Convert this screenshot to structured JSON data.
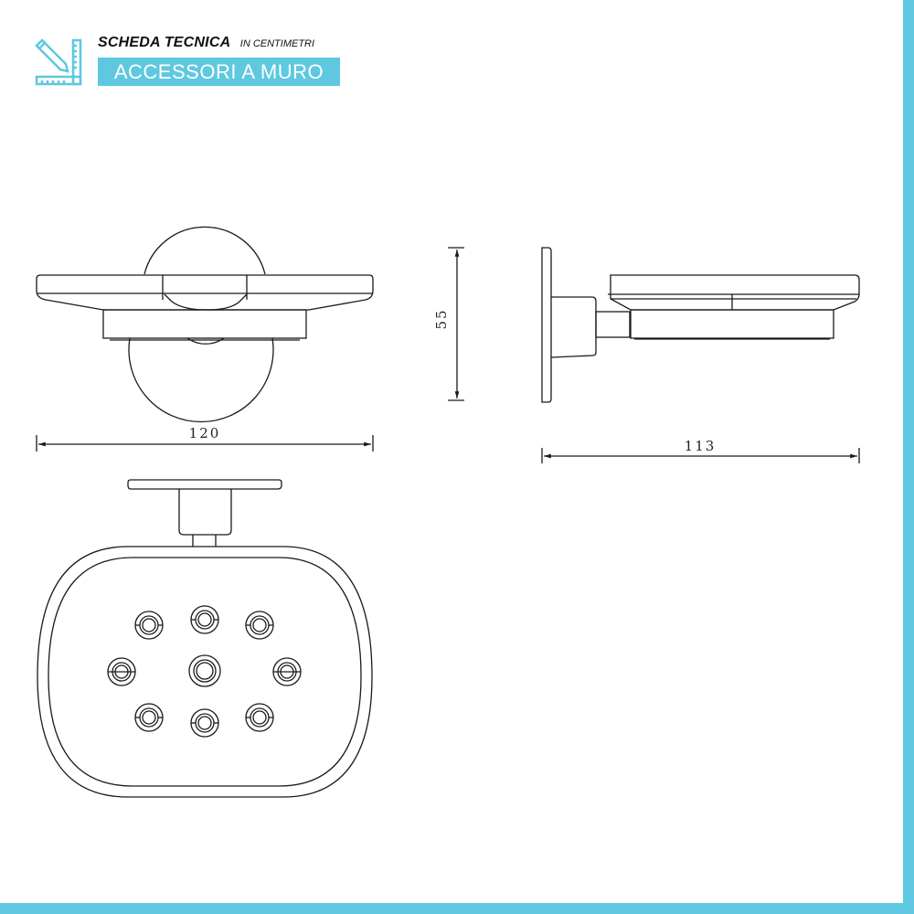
{
  "header": {
    "title": "SCHEDA TECNICA",
    "subtitle": "IN CENTIMETRI",
    "banner": "ACCESSORI A MURO",
    "icon": "ruler-pencil-icon"
  },
  "colors": {
    "accent": "#5ec8e0",
    "line": "#1a1a1a",
    "background": "#ffffff"
  },
  "drawing": {
    "views": [
      "front-view",
      "side-view",
      "top-view"
    ],
    "dimensions": {
      "width": "120",
      "height": "55",
      "depth": "113"
    },
    "drain_holes": 9
  }
}
